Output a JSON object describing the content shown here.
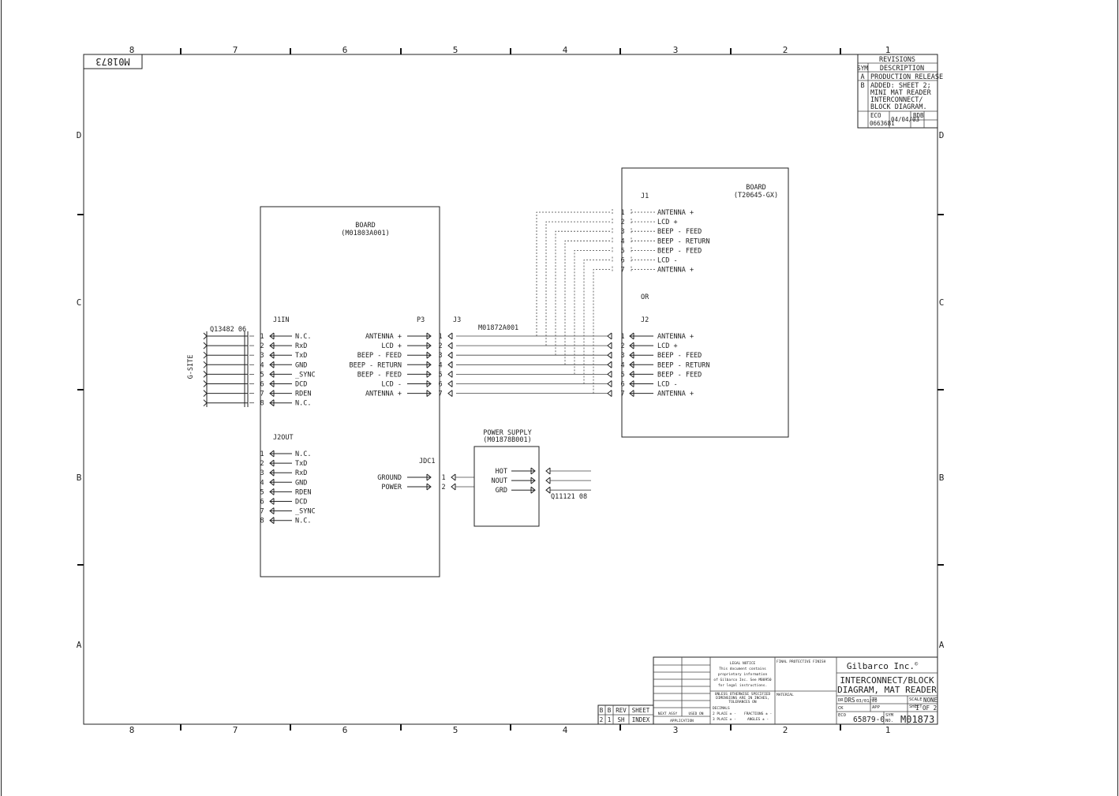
{
  "drawing_number": "M01873",
  "zones": {
    "cols": [
      "8",
      "7",
      "6",
      "5",
      "4",
      "3",
      "2",
      "1"
    ],
    "rows": [
      "D",
      "C",
      "B",
      "A"
    ]
  },
  "revisions": {
    "header": "REVISIONS",
    "col_sym": "SYM",
    "col_desc": "DESCRIPTION",
    "rows": [
      {
        "sym": "A",
        "desc": "PRODUCTION RELEASE"
      },
      {
        "sym": "B",
        "desc": "ADDED: SHEET 2; MINI MAT READER INTERCONNECT/ BLOCK DIAGRAM."
      }
    ],
    "desc_lines": [
      "ADDED: SHEET 2;",
      "MINI MAT READER",
      "INTERCONNECT/",
      "BLOCK DIAGRAM."
    ],
    "eco_label": "ECO",
    "eco_number": "0663681",
    "date": "04/04/03",
    "by": "BDB"
  },
  "board_main": {
    "title": "BOARD",
    "part": "(M01803A001)"
  },
  "board_t20645": {
    "title": "BOARD",
    "part": "(T20645-GX)"
  },
  "power_supply": {
    "title": "POWER SUPPLY",
    "part": "(M01878B001)",
    "pins": [
      "HOT",
      "NOUT",
      "GRD"
    ]
  },
  "cable_q13482": "Q13482 06",
  "cable_q11121": "Q11121 08",
  "cable_m01872": "M01872A001",
  "gsite": "G-SITE",
  "or_label": "OR",
  "connectors": {
    "j1in": {
      "name": "J1IN",
      "pins": [
        "1",
        "2",
        "3",
        "4",
        "5",
        "6",
        "7",
        "8"
      ],
      "signals": [
        "N.C.",
        "RxD",
        "TxD",
        "GND",
        "_SYNC",
        "DCD",
        "RDEN",
        "N.C."
      ]
    },
    "j2out": {
      "name": "J2OUT",
      "pins": [
        "1",
        "2",
        "3",
        "4",
        "5",
        "6",
        "7",
        "8"
      ],
      "signals": [
        "N.C.",
        "TxD",
        "RxD",
        "GND",
        "RDEN",
        "DCD",
        "_SYNC",
        "N.C."
      ]
    },
    "p3": {
      "name": "P3",
      "signals": [
        "ANTENNA +",
        "LCD +",
        "BEEP - FEED",
        "BEEP - RETURN",
        "BEEP - FEED",
        "LCD -",
        "ANTENNA +"
      ]
    },
    "j3": {
      "name": "J3",
      "pins": [
        "1",
        "2",
        "3",
        "4",
        "5",
        "6",
        "7"
      ]
    },
    "j1": {
      "name": "J1",
      "pins": [
        "1",
        "2",
        "3",
        "4",
        "5",
        "6",
        "7"
      ],
      "signals": [
        "ANTENNA +",
        "LCD +",
        "BEEP - FEED",
        "BEEP - RETURN",
        "BEEP - FEED",
        "LCD -",
        "ANTENNA +"
      ]
    },
    "j2": {
      "name": "J2",
      "pins": [
        "1",
        "2",
        "3",
        "4",
        "5",
        "6",
        "7"
      ],
      "signals": [
        "ANTENNA +",
        "LCD +",
        "BEEP - FEED",
        "BEEP - RETURN",
        "BEEP - FEED",
        "LCD -",
        "ANTENNA +"
      ]
    },
    "jdc1": {
      "name": "JDC1",
      "pins": [
        "1",
        "2"
      ],
      "signals": [
        "GROUND",
        "POWER"
      ]
    }
  },
  "title_block": {
    "company": "Gilbarco Inc.",
    "registered": "©",
    "title_line1": "INTERCONNECT/BLOCK",
    "title_line2": "DIAGRAM, MAT READER",
    "legal_title": "LEGAL NOTICE",
    "legal_lines": [
      "This document contains",
      "proprietary information",
      "of Gilbarco Inc. See M00950",
      "for legal instructions."
    ],
    "tol_lines": [
      "UNLESS OTHERWISE SPECIFIED",
      "DIMENSIONS ARE IN INCHES,",
      "TOLERANCES ON"
    ],
    "decimals": "DECIMALS",
    "place2": "2 PLACE ± -",
    "place3": "3 PLACE ± -",
    "fractions": "FRACTIONS ± -",
    "angles": "ANGLES ± -",
    "final_finish": "FINAL PROTECTIVE FINISH",
    "material": "MATERIAL",
    "next_assy": "NEXT ASSY",
    "used_on": "USED ON",
    "application": "APPLICATION",
    "dr_label": "DR",
    "drawn_by": "DRS",
    "drawn_date": "03/01/01",
    "tr_label": "TR",
    "ck_label": "CK",
    "app_label": "APP",
    "scale_label": "SCALE",
    "scale": "NONE",
    "sheet_label": "SHEET",
    "sheet_of": "1 OF 2",
    "eco_label": "ECO",
    "eco_num": "65879-0",
    "sym_label": "SYM",
    "no_label": "NO.",
    "dwg_no": "M01873",
    "rev_table": {
      "row1": [
        "B",
        "B",
        "REV",
        "SHEET"
      ],
      "row2": [
        "2",
        "1",
        "SH",
        "INDEX"
      ]
    }
  }
}
